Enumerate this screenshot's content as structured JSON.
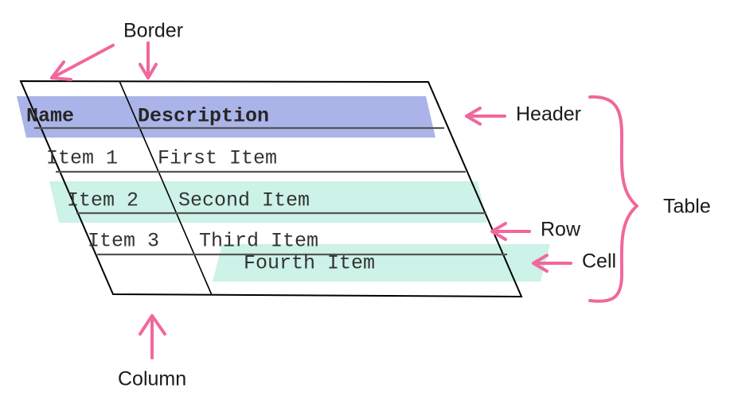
{
  "diagram": {
    "title": "Table anatomy annotated diagram",
    "colors": {
      "header_band": "#aab4e8",
      "row_band": "#cdf2e7",
      "cell_band": "#cdf2e7",
      "annotation": "#f0689c",
      "border": "#000000",
      "row_divider": "#555555",
      "text": "#333333",
      "background": "#ffffff"
    }
  },
  "table": {
    "columns": [
      {
        "key": "name",
        "header": "Name"
      },
      {
        "key": "description",
        "header": "Description"
      }
    ],
    "rows": [
      {
        "name": "Item 1",
        "description": "First Item"
      },
      {
        "name": "Item 2",
        "description": "Second Item"
      },
      {
        "name": "Item 3",
        "description": "Third Item"
      }
    ],
    "floating_cell": {
      "text": "Fourth Item"
    }
  },
  "annotations": [
    {
      "id": "border",
      "label": "Border",
      "arrows": 2,
      "direction": "down-left and down"
    },
    {
      "id": "header",
      "label": "Header",
      "arrows": 1,
      "direction": "left"
    },
    {
      "id": "row",
      "label": "Row",
      "arrows": 1,
      "direction": "left"
    },
    {
      "id": "cell",
      "label": "Cell",
      "arrows": 1,
      "direction": "left"
    },
    {
      "id": "column",
      "label": "Column",
      "arrows": 1,
      "direction": "up"
    },
    {
      "id": "table",
      "label": "Table",
      "arrows": 0,
      "direction": "brace"
    }
  ],
  "labels": {
    "border": "Border",
    "header": "Header",
    "row": "Row",
    "cell": "Cell",
    "column": "Column",
    "table": "Table"
  }
}
